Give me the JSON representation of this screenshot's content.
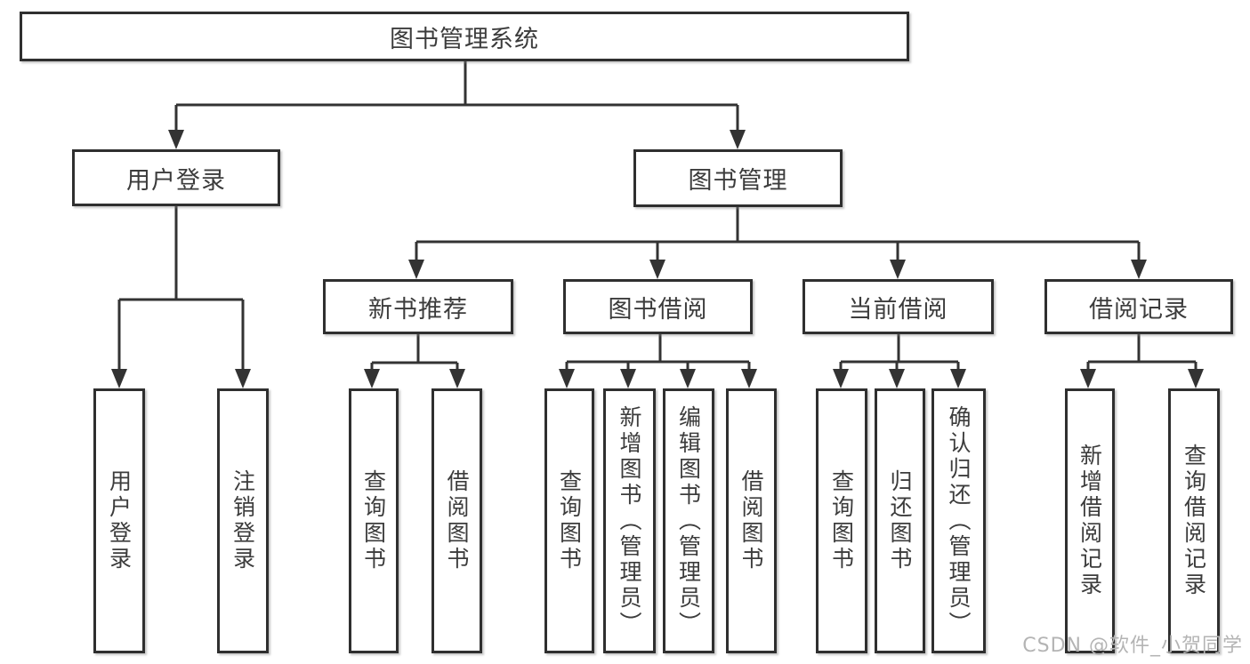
{
  "tree": {
    "root": "图书管理系统",
    "branches": [
      {
        "label": "用户登录",
        "children": [
          "用户登录",
          "注销登录"
        ]
      },
      {
        "label": "图书管理",
        "children": [
          {
            "label": "新书推荐",
            "children": [
              "查询图书",
              "借阅图书"
            ]
          },
          {
            "label": "图书借阅",
            "children": [
              "查询图书",
              "新增图书（管理员）",
              "编辑图书（管理员）",
              "借阅图书"
            ]
          },
          {
            "label": "当前借阅",
            "children": [
              "查询图书",
              "归还图书",
              "确认归还（管理员）"
            ]
          },
          {
            "label": "借阅记录",
            "children": [
              "新增借阅记录",
              "查询借阅记录"
            ]
          }
        ]
      }
    ]
  },
  "watermark": "CSDN @软件_小贺同学",
  "colors": {
    "line": "#333333",
    "box_border": "#2f2f2f",
    "text": "#3c3c3c",
    "watermark": "#b4b4b4",
    "background": "#ffffff"
  }
}
